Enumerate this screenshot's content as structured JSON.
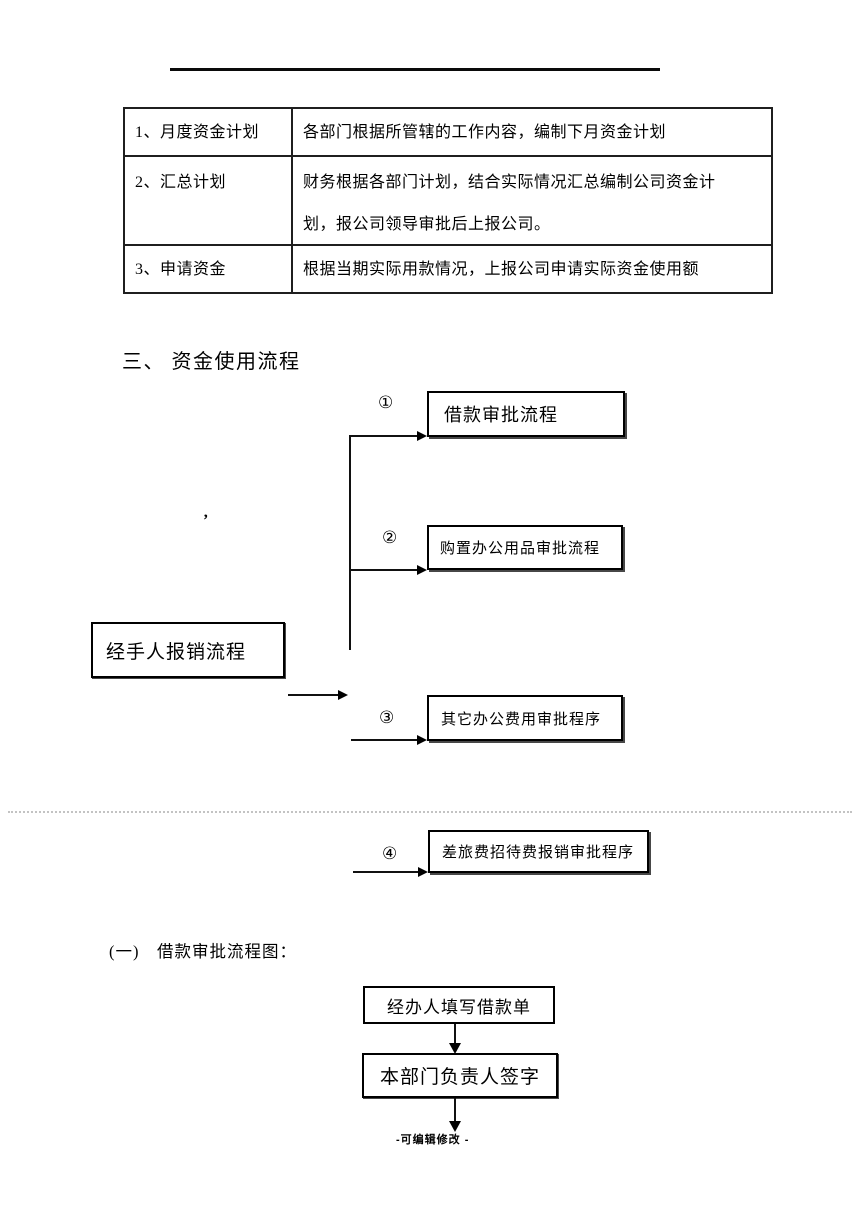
{
  "plan_table": {
    "rows": [
      {
        "label": "1、月度资金计划",
        "line1": "各部门根据所管辖的工作内容，编制下月资金计划"
      },
      {
        "label": "2、汇总计划",
        "line1": "财务根据各部门计划，结合实际情况汇总编制公司资金计",
        "line2": "划，报公司领导审批后上报公司。"
      },
      {
        "label": "3、申请资金",
        "line1": "根据当期实际用款情况，上报公司申请实际资金使用额"
      }
    ]
  },
  "section3": {
    "title": "三、 资金使用流程"
  },
  "flow_overview": {
    "source_label": "经手人报销流程",
    "stray_mark": "’",
    "branches": [
      {
        "num": "①",
        "label": "借款审批流程"
      },
      {
        "num": "②",
        "label": "购置办公用品审批流程"
      },
      {
        "num": "③",
        "label": "其它办公费用审批程序"
      },
      {
        "num": "④",
        "label": "差旅费招待费报销审批程序"
      }
    ]
  },
  "subsection1": {
    "title": "(一)　借款审批流程图："
  },
  "loan_flow": {
    "step1": "经办人填写借款单",
    "step2": "本部门负责人签字"
  },
  "footer": {
    "edit_note": "-可编辑修改 -"
  }
}
